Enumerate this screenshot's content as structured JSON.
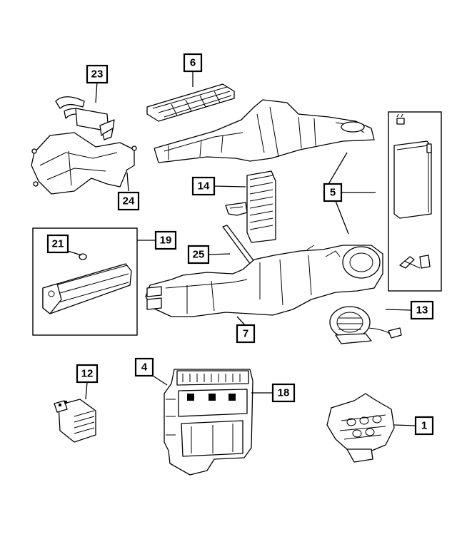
{
  "callouts": {
    "c1": "1",
    "c4": "4",
    "c5": "5",
    "c6": "6",
    "c7": "7",
    "c12": "12",
    "c13": "13",
    "c14": "14",
    "c18": "18",
    "c19": "19",
    "c21": "21",
    "c23": "23",
    "c24": "24",
    "c25": "25"
  }
}
